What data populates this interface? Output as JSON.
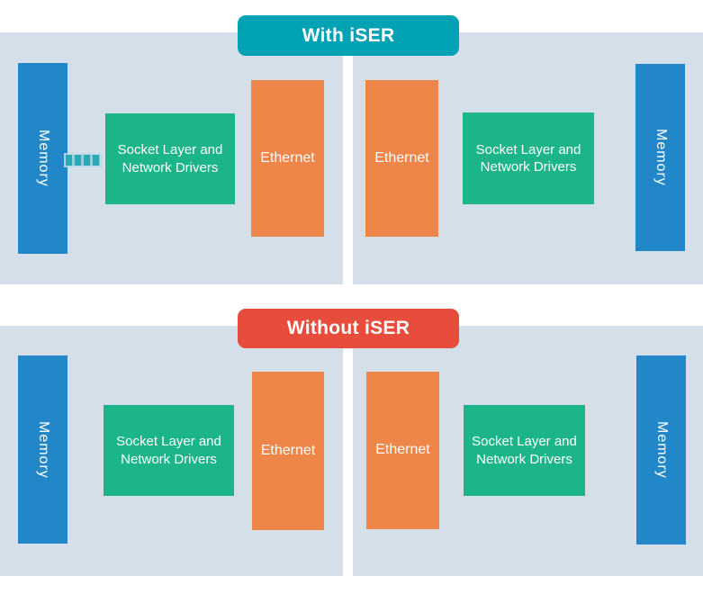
{
  "colors": {
    "panel_bg": "#d5dfea",
    "memory_blue": "#2187c8",
    "socket_green": "#1cb489",
    "ethernet_orange": "#ee8549",
    "with_badge_teal": "#00a2b4",
    "without_badge_red": "#e74c3c",
    "connector_teal": "#2aa8b5",
    "connector_teal_light": "#8ed2d8"
  },
  "sections": [
    {
      "id": "with-iser",
      "badge_label": "With iSER",
      "panels": [
        {
          "side": "left",
          "has_memory_connector": true,
          "blocks": [
            {
              "type": "memory",
              "label": "Memory"
            },
            {
              "type": "socket",
              "label": "Socket Layer and Network Drivers"
            },
            {
              "type": "ethernet",
              "label": "Ethernet"
            }
          ]
        },
        {
          "side": "right",
          "has_memory_connector": false,
          "blocks": [
            {
              "type": "ethernet",
              "label": "Ethernet"
            },
            {
              "type": "socket",
              "label": "Socket Layer and Network Drivers"
            },
            {
              "type": "memory",
              "label": "Memory"
            }
          ]
        }
      ]
    },
    {
      "id": "without-iser",
      "badge_label": "Without iSER",
      "panels": [
        {
          "side": "left",
          "has_memory_connector": false,
          "blocks": [
            {
              "type": "memory",
              "label": "Memory"
            },
            {
              "type": "socket",
              "label": "Socket Layer and Network Drivers"
            },
            {
              "type": "ethernet",
              "label": "Ethernet"
            }
          ]
        },
        {
          "side": "right",
          "has_memory_connector": false,
          "blocks": [
            {
              "type": "ethernet",
              "label": "Ethernet"
            },
            {
              "type": "socket",
              "label": "Socket Layer and Network Drivers"
            },
            {
              "type": "memory",
              "label": "Memory"
            }
          ]
        }
      ]
    }
  ]
}
